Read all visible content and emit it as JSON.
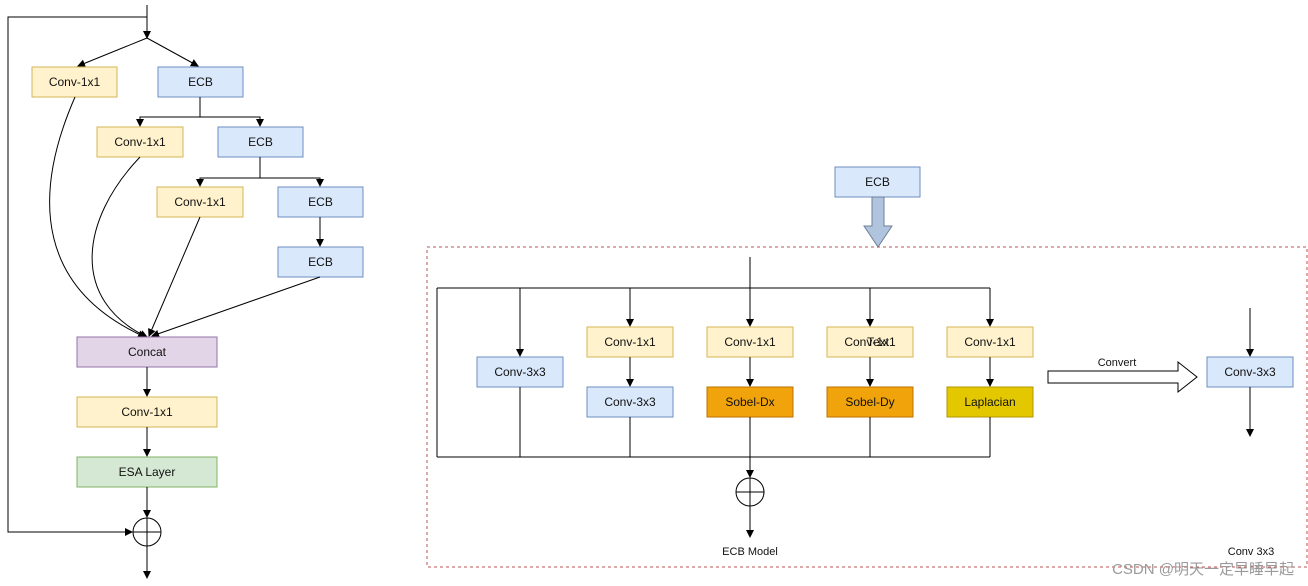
{
  "colors": {
    "conv1x1_fill": "#fff2cc",
    "conv1x1_stroke": "#d6b656",
    "ecb_fill": "#dae8fc",
    "ecb_stroke": "#6c8ebf",
    "concat_fill": "#e1d5e7",
    "concat_stroke": "#9673a6",
    "esa_fill": "#d5e8d4",
    "esa_stroke": "#82b366",
    "sobel_fill": "#f0a30a",
    "sobel_stroke": "#bd7000",
    "laplacian_fill": "#e3c800",
    "laplacian_stroke": "#b09500",
    "dashed_border": "#b85450"
  },
  "left": {
    "conv1x1_a": "Conv-1x1",
    "ecb_a": "ECB",
    "conv1x1_b": "Conv-1x1",
    "ecb_b": "ECB",
    "conv1x1_c": "Conv-1x1",
    "ecb_c": "ECB",
    "ecb_d": "ECB",
    "concat": "Concat",
    "conv1x1_out": "Conv-1x1",
    "esa": "ESA Layer"
  },
  "right": {
    "ecb_top": "ECB",
    "branch1_conv": "Conv-3x3",
    "branch2_conv1": "Conv-1x1",
    "branch2_conv2": "Conv-3x3",
    "branch3_conv": "Conv-1x1",
    "branch3_sobel": "Sobel-Dx",
    "branch4_conv": "Conv-1x1",
    "branch4_overlay": "Text",
    "branch4_sobel": "Sobel-Dy",
    "branch5_conv": "Conv-1x1",
    "branch5_lap": "Laplacian",
    "ecb_model_label": "ECB Model",
    "convert_label": "Convert",
    "result_conv": "Conv-3x3",
    "result_label": "Conv 3x3"
  },
  "watermark": "CSDN @明天一定早睡早起"
}
